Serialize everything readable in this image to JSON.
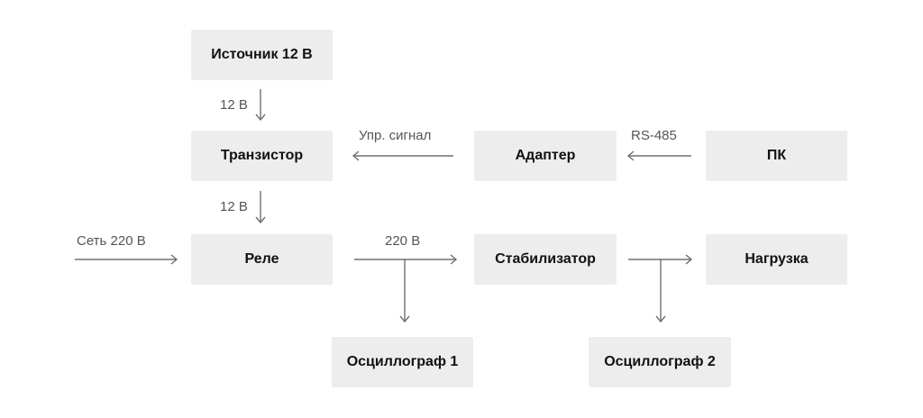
{
  "nodes": {
    "source": "Источник 12 В",
    "transistor": "Транзистор",
    "adapter": "Адаптер",
    "pc": "ПК",
    "relay": "Реле",
    "stabilizer": "Стабилизатор",
    "load": "Нагрузка",
    "osc1": "Осциллограф 1",
    "osc2": "Осциллограф 2"
  },
  "edges": {
    "source_to_transistor": "12 В",
    "adapter_to_transistor": "Упр. сигнал",
    "pc_to_adapter": "RS-485",
    "transistor_to_relay": "12 В",
    "mains_to_relay": "Сеть 220 В",
    "relay_to_stabilizer": "220 В"
  },
  "colors": {
    "box_fill": "#ededed",
    "arrow": "#707070",
    "label_text": "#555555",
    "node_text": "#111111"
  }
}
